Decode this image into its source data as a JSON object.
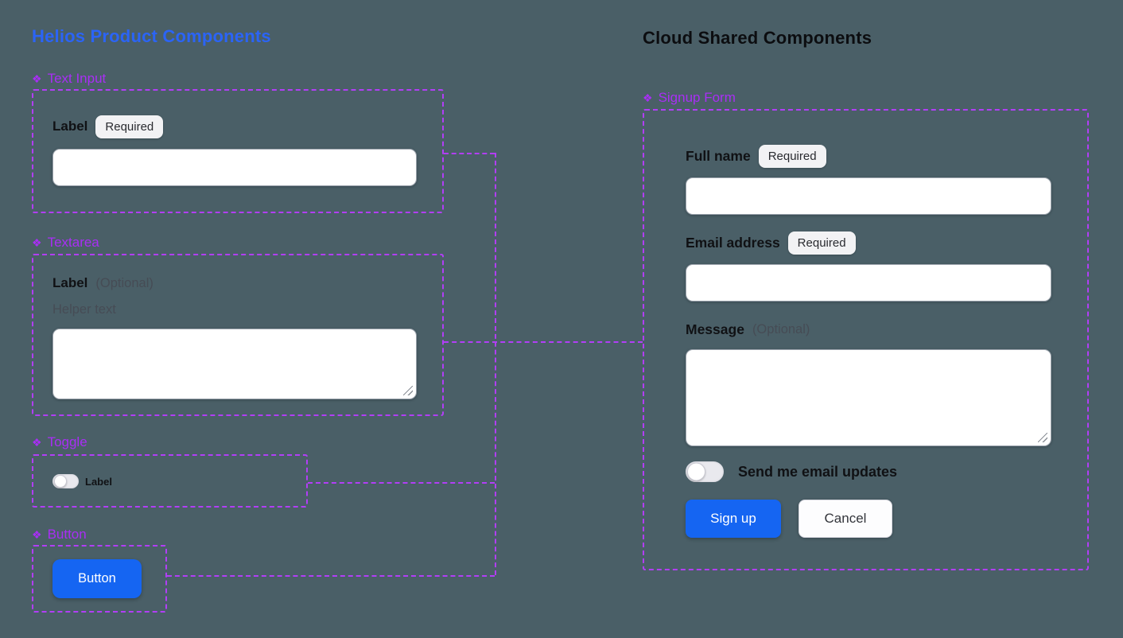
{
  "colors": {
    "canvas_bg": "#4A5F67",
    "title_blue": "#2B64F6",
    "title_dark": "#0C0D10",
    "component_purple": "#A92EF5",
    "outline_purple": "#B23EF7",
    "primary_blue": "#1565F2"
  },
  "icons": {
    "component_glyph": "❖"
  },
  "left": {
    "title": "Helios Product Components",
    "text_input": {
      "section": "Text Input",
      "label": "Label",
      "badge": "Required",
      "value": ""
    },
    "textarea": {
      "section": "Textarea",
      "label": "Label",
      "optional": "(Optional)",
      "helper": "Helper text",
      "value": ""
    },
    "toggle": {
      "section": "Toggle",
      "label": "Label",
      "state": "off"
    },
    "button": {
      "section": "Button",
      "label": "Button"
    }
  },
  "right": {
    "title": "Cloud Shared Components",
    "signup_form": {
      "section": "Signup Form",
      "full_name": {
        "label": "Full name",
        "badge": "Required",
        "value": ""
      },
      "email": {
        "label": "Email address",
        "badge": "Required",
        "value": ""
      },
      "message": {
        "label": "Message",
        "optional": "(Optional)",
        "value": ""
      },
      "updates_toggle": {
        "label": "Send me email updates",
        "state": "off"
      },
      "submit_label": "Sign up",
      "cancel_label": "Cancel"
    }
  }
}
